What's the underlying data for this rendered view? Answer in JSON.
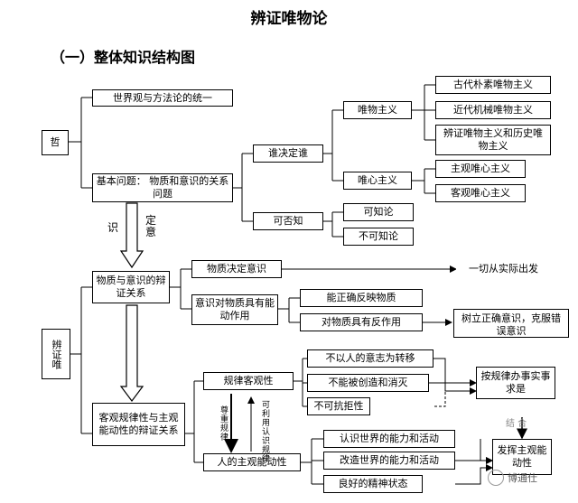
{
  "doc": {
    "title": "辨证唯物论",
    "section_heading": "（一）整体知识结构图"
  },
  "nodes": {
    "zhe": "哲",
    "worldview_unity": "世界观与方法论的统一",
    "basic_question": "基本问题：  物质和意识的关系问题",
    "who_decides": "谁决定谁",
    "knowable": "可否知",
    "materialism": "唯物主义",
    "idealism": "唯心主义",
    "ancient_materialism": "古代朴素唯物主义",
    "modern_mechanical": "近代机械唯物主义",
    "dialectical_historical": "辨证唯物主义和历史唯物主义",
    "subjective_idealism": "主观唯心主义",
    "objective_idealism": "客观唯心主义",
    "knowable_yes": "可知论",
    "knowable_no": "不可知论",
    "dialectical_materialism": "辨证唯",
    "matter_consciousness_dialectic": "物质与意识的辩证关系",
    "matter_decides": "物质决定意识",
    "everything_from_reality": "一切从实际出发",
    "consciousness_active": "意识对物质具有能动作用",
    "correctly_reflect": "能正确反映物质",
    "react_on_matter": "对物质具有反作用",
    "correct_consciousness": "树立正确意识，克服错误意识",
    "law_vs_initiative": "客观规律性与主观能动性的辩证关系",
    "law_objectivity": "规律客观性",
    "independent_of_will": "不以人的意志为转移",
    "cannot_create_destroy": "不能被创造和消灭",
    "irresistible": "不可抗拒性",
    "act_per_law": "按规律办事实事求是",
    "human_initiative": "人的主观能动性",
    "know_world": "认识世界的能力和活动",
    "transform_world": "改造世界的能力和活动",
    "good_spirit": "良好的精神状态",
    "exert_initiative": "发挥主观能动性"
  },
  "arrows": {
    "shi": "识",
    "ding_yi": "定意",
    "can_use_law": "可利用认识规律",
    "must_respect": "尊重规律"
  },
  "faint_text": "结  合",
  "watermark": "博通仕"
}
